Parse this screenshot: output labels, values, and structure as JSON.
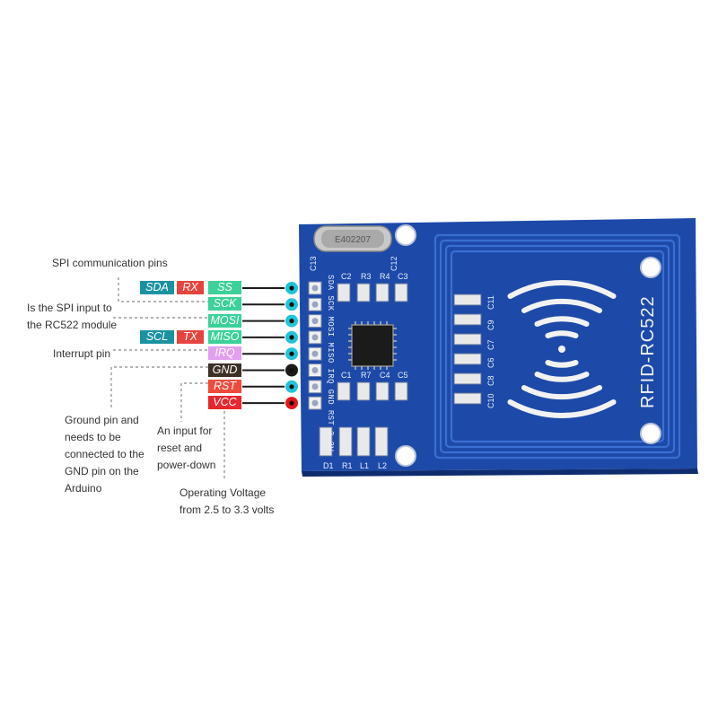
{
  "colors": {
    "board": "#1d4aa8",
    "board_dark": "#163a8a",
    "copper": "#2d62c8",
    "teal": "#1a92a2",
    "red_tag": "#e6443c",
    "green_tag": "#3bd19a",
    "violet_tag": "#e29ef0",
    "gnd_tag": "#3b2f26",
    "rst_tag": "#ef4a3a",
    "vcc_tag": "#e8262e",
    "pin_cyan": "#22c4d8",
    "pin_black": "#1a1a1a",
    "pin_red": "#e8141c"
  },
  "pins": [
    {
      "name": "SS",
      "alt": [
        "SDA",
        "RX"
      ],
      "color": "#3bd19a",
      "pin_color": "#22c4d8"
    },
    {
      "name": "SCK",
      "alt": [],
      "color": "#3bd19a",
      "pin_color": "#22c4d8"
    },
    {
      "name": "MOSI",
      "alt": [],
      "color": "#3bd19a",
      "pin_color": "#22c4d8"
    },
    {
      "name": "MISO",
      "alt": [
        "SCL",
        "TX"
      ],
      "color": "#3bd19a",
      "pin_color": "#22c4d8"
    },
    {
      "name": "IRQ",
      "alt": [],
      "color": "#e29ef0",
      "pin_color": "#22c4d8"
    },
    {
      "name": "GND",
      "alt": [],
      "color": "#3b2f26",
      "pin_color": "#1a1a1a"
    },
    {
      "name": "RST",
      "alt": [],
      "color": "#ef4a3a",
      "pin_color": "#22c4d8"
    },
    {
      "name": "VCC",
      "alt": [],
      "color": "#e8262e",
      "pin_color": "#e8141c"
    }
  ],
  "annotations": {
    "spi": "SPI communication pins",
    "mosi_line1": "Is the SPI input to",
    "mosi_line2": "the RC522 module",
    "irq": "Interrupt pin",
    "gnd_line1": "Ground pin and",
    "gnd_line2": "needs to be",
    "gnd_line3": "connected to the",
    "gnd_line4": "GND pin on the",
    "gnd_line5": "Arduino",
    "rst_line1": "An input for",
    "rst_line2": "reset and",
    "rst_line3": "power-down",
    "vcc_line1": "Operating Voltage",
    "vcc_line2": "from 2.5 to 3.3 volts"
  },
  "board": {
    "model_text": "RFID-RC522",
    "header_labels": "SDA SCK MOSI MISO IRQ GND RST 3.3V",
    "crystal_text": "E402207",
    "components": {
      "c13": "C13",
      "c12": "C12",
      "c2": "C2",
      "r3": "R3",
      "r4": "R4",
      "c3": "C3",
      "c1": "C1",
      "r7": "R7",
      "c4": "C4",
      "c5": "C5",
      "c11": "C11",
      "c9": "C9",
      "c7": "C7",
      "c6": "C6",
      "c8": "C8",
      "c10": "C10",
      "d1": "D1",
      "r1": "R1",
      "l1": "L1",
      "l2": "L2"
    }
  }
}
